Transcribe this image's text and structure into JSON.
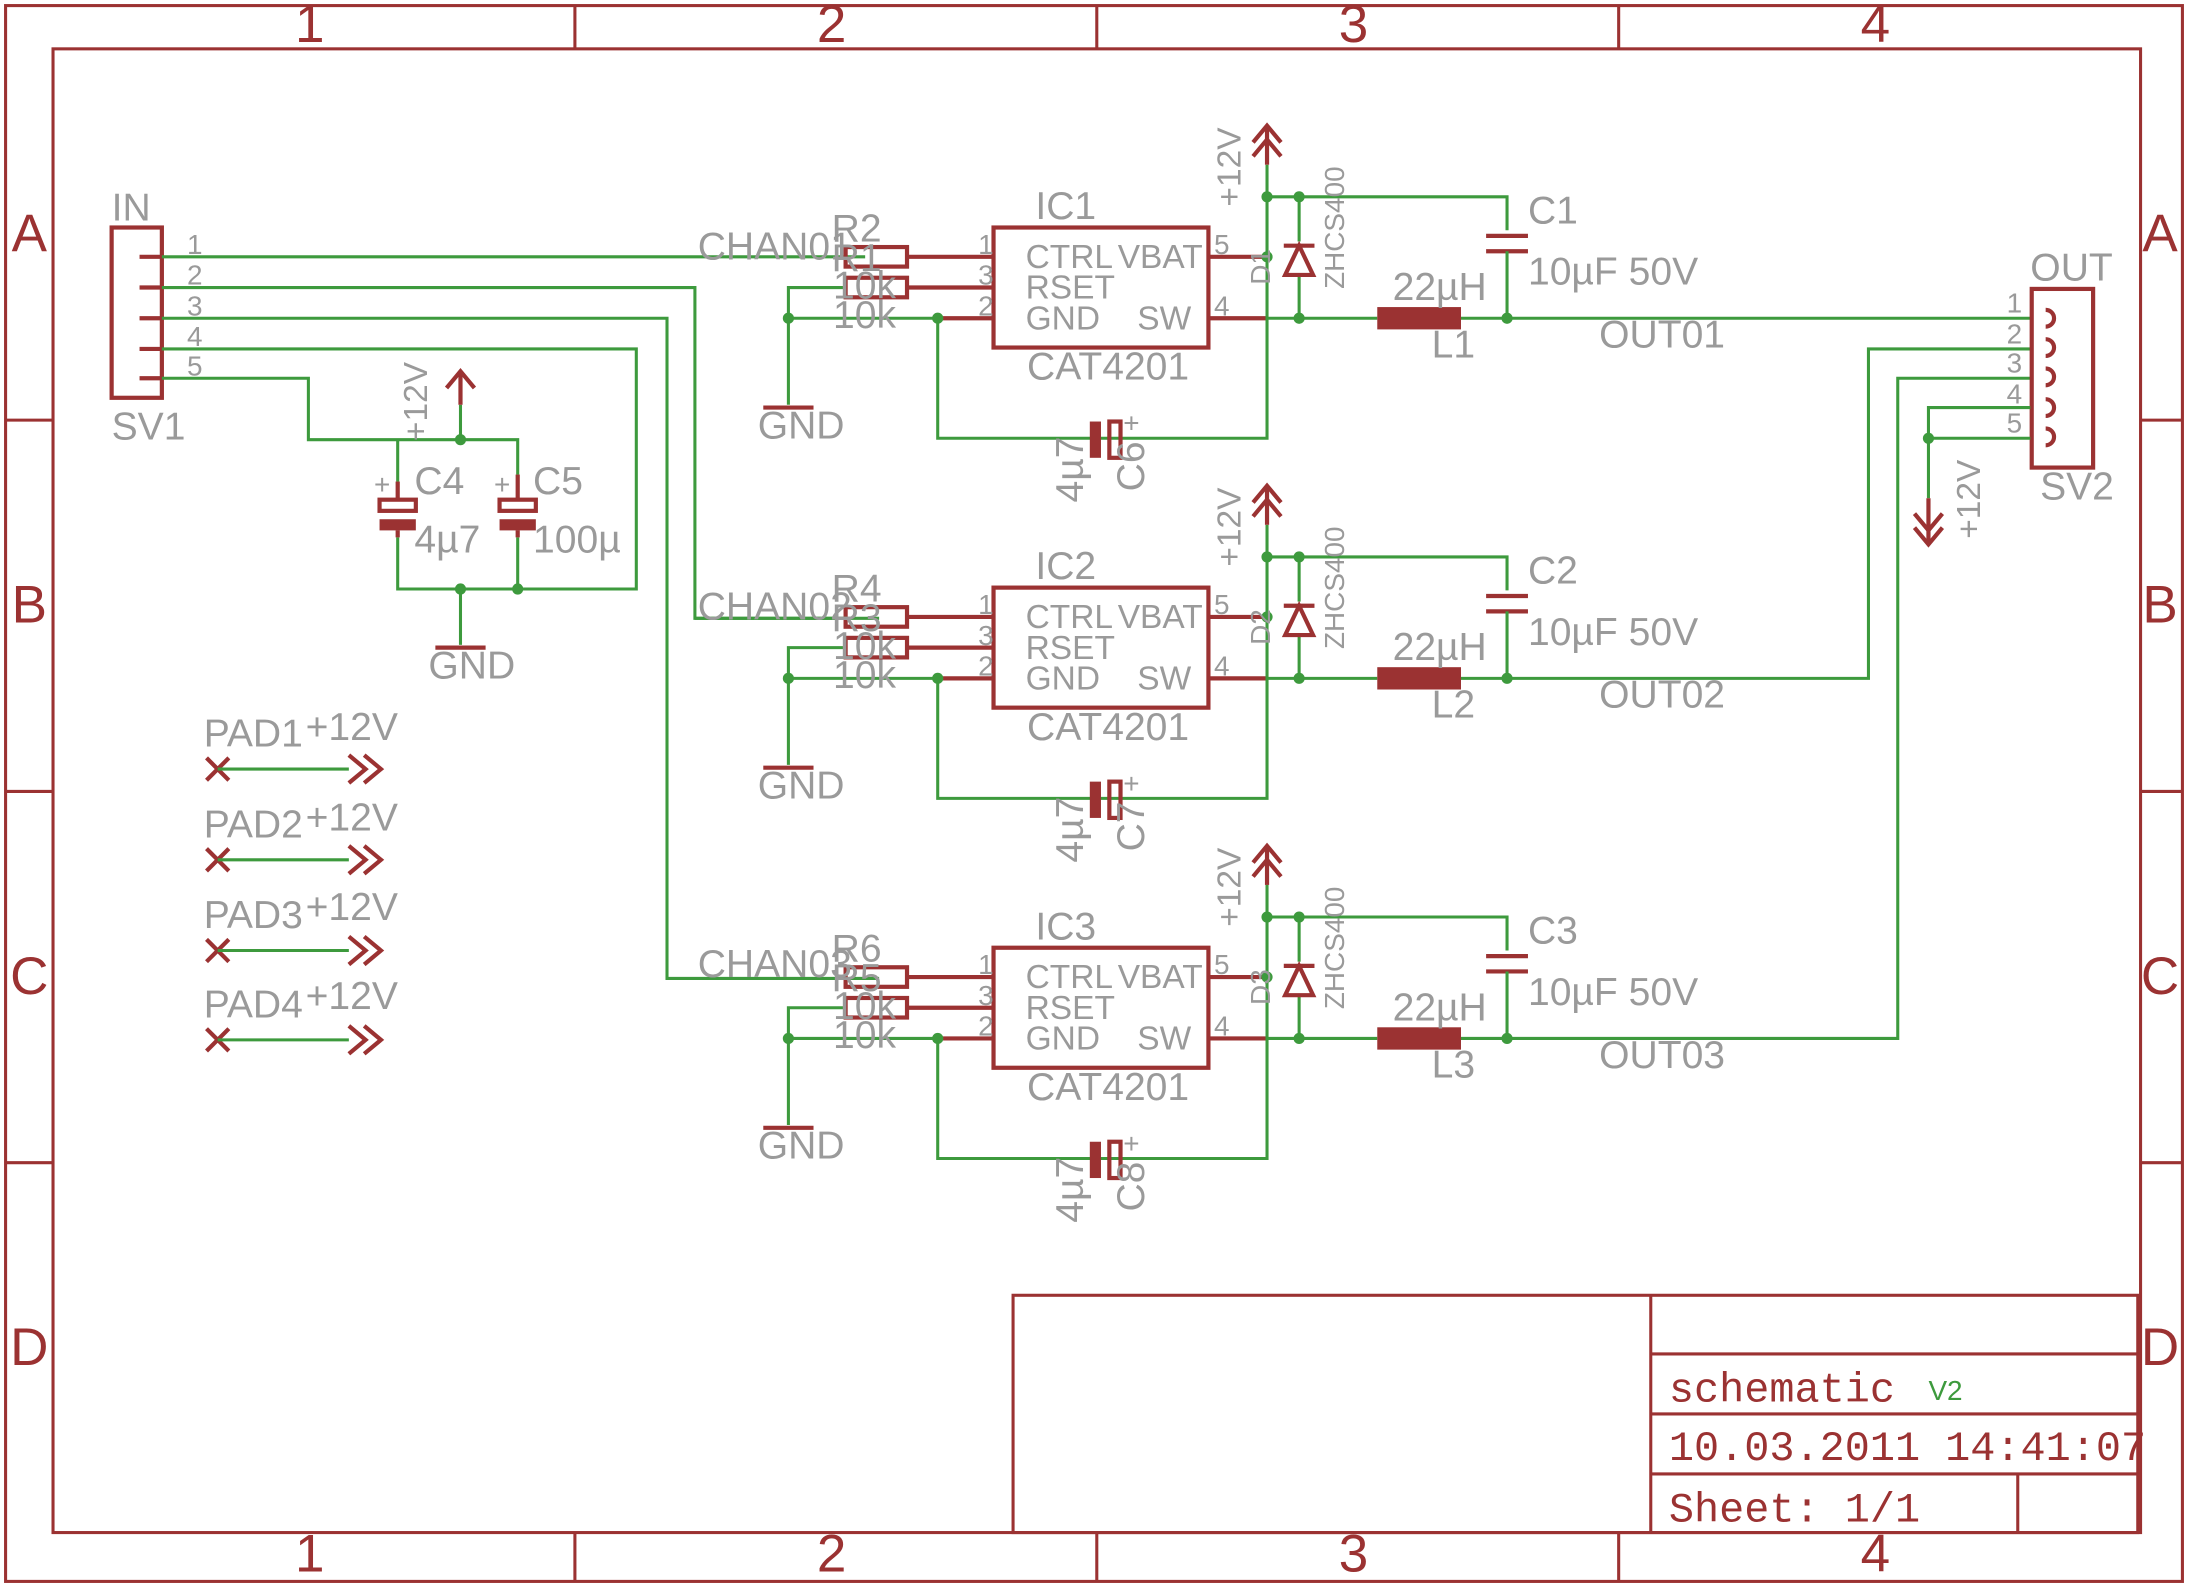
{
  "frame": {
    "columns": [
      "1",
      "2",
      "3",
      "4"
    ],
    "rows": [
      "A",
      "B",
      "C",
      "D"
    ]
  },
  "title_block": {
    "name": "schematic",
    "version": "V2",
    "date": "10.03.2011  14:41:07",
    "sheet": "Sheet: 1/1"
  },
  "colors": {
    "part": "#9b3232",
    "wire": "#3d9a3d",
    "label": "#9a9a9a"
  },
  "input_connector": {
    "name": "IN",
    "ref": "SV1",
    "pins": [
      "1",
      "2",
      "3",
      "4",
      "5"
    ]
  },
  "output_connector": {
    "name": "OUT",
    "ref": "SV2",
    "pins": [
      "1",
      "2",
      "3",
      "4",
      "5"
    ]
  },
  "supply_caps": {
    "rail": "+12V",
    "ground": "GND",
    "c4": {
      "ref": "C4",
      "value": "4µ7"
    },
    "c5": {
      "ref": "C5",
      "value": "100µ"
    }
  },
  "sv2_supply": "+12V",
  "pads": [
    {
      "name": "PAD1",
      "net": "+12V"
    },
    {
      "name": "PAD2",
      "net": "+12V"
    },
    {
      "name": "PAD3",
      "net": "+12V"
    },
    {
      "name": "PAD4",
      "net": "+12V"
    }
  ],
  "channels": [
    {
      "chan": "CHAN01",
      "ic": "IC1",
      "ic_value": "CAT4201",
      "r_top": "R2",
      "r_top_value": "10k",
      "r_bot": "R1",
      "r_bot_value": "10k",
      "pin_ctrl": "CTRL",
      "pin_rset": "RSET",
      "pin_gnd": "GND",
      "pin_vbat": "VBAT",
      "pin_sw": "SW",
      "pin_n": [
        "1",
        "3",
        "2",
        "5",
        "4"
      ],
      "supply": "+12V",
      "ground": "GND",
      "diode": "D1",
      "diode_value": "ZHCS400",
      "cap": "C1",
      "cap_value": "10µF 50V",
      "inductor": "L1",
      "inductor_value": "22µH",
      "bypass": "C6",
      "bypass_value": "4µ7",
      "out": "OUT01"
    },
    {
      "chan": "CHAN02",
      "ic": "IC2",
      "ic_value": "CAT4201",
      "r_top": "R4",
      "r_top_value": "10k",
      "r_bot": "R3",
      "r_bot_value": "10k",
      "pin_ctrl": "CTRL",
      "pin_rset": "RSET",
      "pin_gnd": "GND",
      "pin_vbat": "VBAT",
      "pin_sw": "SW",
      "pin_n": [
        "1",
        "3",
        "2",
        "5",
        "4"
      ],
      "supply": "+12V",
      "ground": "GND",
      "diode": "D2",
      "diode_value": "ZHCS400",
      "cap": "C2",
      "cap_value": "10µF 50V",
      "inductor": "L2",
      "inductor_value": "22µH",
      "bypass": "C7",
      "bypass_value": "4µ7",
      "out": "OUT02"
    },
    {
      "chan": "CHAN03",
      "ic": "IC3",
      "ic_value": "CAT4201",
      "r_top": "R6",
      "r_top_value": "10k",
      "r_bot": "R5",
      "r_bot_value": "10k",
      "pin_ctrl": "CTRL",
      "pin_rset": "RSET",
      "pin_gnd": "GND",
      "pin_vbat": "VBAT",
      "pin_sw": "SW",
      "pin_n": [
        "1",
        "3",
        "2",
        "5",
        "4"
      ],
      "supply": "+12V",
      "ground": "GND",
      "diode": "D3",
      "diode_value": "ZHCS400",
      "cap": "C3",
      "cap_value": "10µF 50V",
      "inductor": "L3",
      "inductor_value": "22µH",
      "bypass": "C8",
      "bypass_value": "4µ7",
      "out": "OUT03"
    }
  ]
}
